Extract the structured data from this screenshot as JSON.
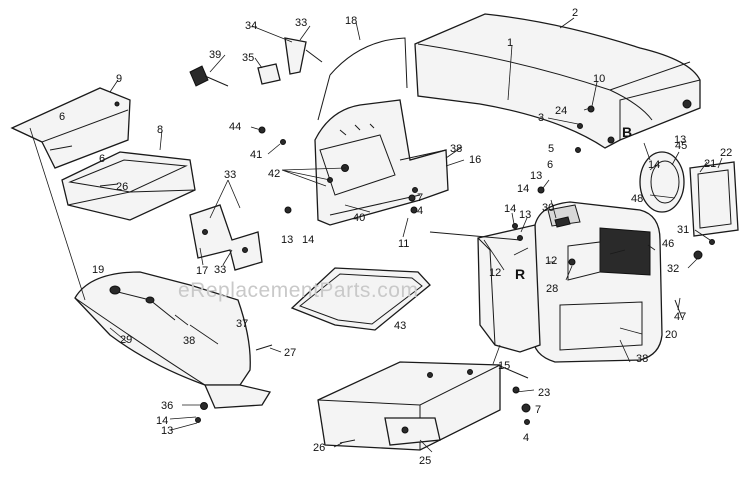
{
  "watermark": "eReplacementParts.com",
  "callouts": {
    "c1": "1",
    "c2": "2",
    "c3": "3",
    "c4a": "4",
    "c4b": "4",
    "c5": "5",
    "c6a": "6",
    "c6b": "6",
    "c6c": "6",
    "c7a": "7",
    "c7b": "7",
    "c8": "8",
    "c9": "9",
    "c10": "10",
    "c11": "11",
    "c12a": "12",
    "c12b": "12",
    "c13a": "13",
    "c13b": "13",
    "c13c": "13",
    "c13d": "13",
    "c13e": "13",
    "c14a": "14",
    "c14b": "14",
    "c14c": "14",
    "c14d": "14",
    "c14e": "14",
    "c15": "15",
    "c16": "16",
    "c17": "17",
    "c18": "18",
    "c19": "19",
    "c20": "20",
    "c21": "21",
    "c22": "22",
    "c23": "23",
    "c24": "24",
    "c25": "25",
    "c26a": "26",
    "c26b": "26",
    "c27": "27",
    "c28": "28",
    "c29": "29",
    "c30": "30",
    "c31": "31",
    "c32": "32",
    "c33a": "33",
    "c33b": "33",
    "c33c": "33",
    "c34": "34",
    "c35": "35",
    "c36": "36",
    "c37": "37",
    "c38a": "38",
    "c38b": "38",
    "c38c": "38",
    "c39": "39",
    "c40": "40",
    "c41": "41",
    "c42": "42",
    "c43": "43",
    "c44": "44",
    "c45": "45",
    "c46": "46",
    "c47": "47",
    "c48": "48",
    "markB": "B",
    "markR": "R"
  }
}
